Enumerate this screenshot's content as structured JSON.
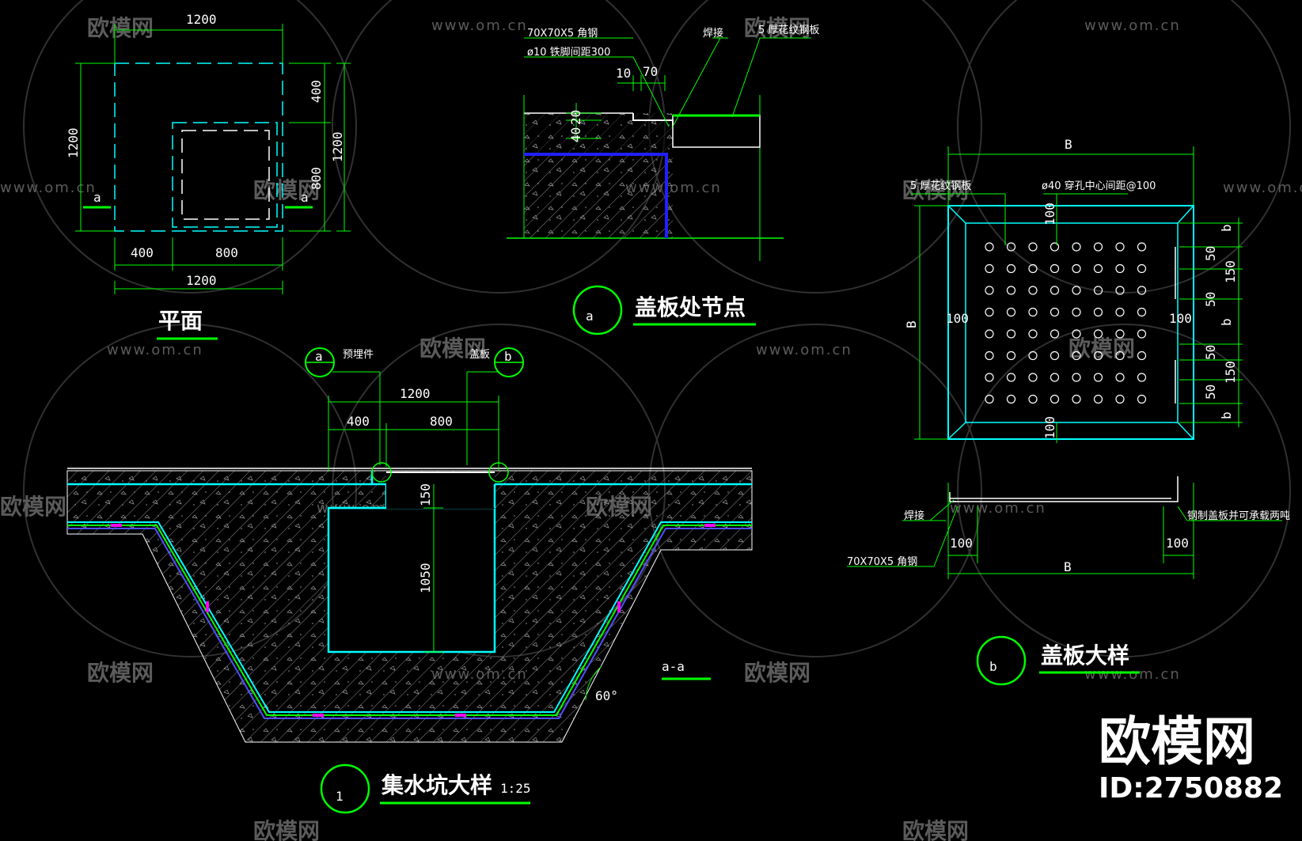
{
  "plan": {
    "title": "平面",
    "dim_top": "1200",
    "dim_bottom_total": "1200",
    "dim_bottom_left": "400",
    "dim_bottom_right": "800",
    "dim_left": "1200",
    "dim_right_total": "1200",
    "dim_right_upper": "400",
    "dim_right_lower": "800",
    "section_mark": "a"
  },
  "detail_a": {
    "title": "盖板处节点",
    "symbol": "a",
    "label_angle": "70X70X5   角钢",
    "label_rebar": "ø10 铁脚间距300",
    "label_weld": "焊接",
    "label_plate": "5 厚花纹钢板",
    "dim_10": "10",
    "dim_70": "70",
    "dim_20": "20",
    "dim_40": "40"
  },
  "section": {
    "title": "集水坑大样",
    "scale": "1:25",
    "symbol": "1",
    "cut_label": "a-a",
    "callout_a": "a",
    "callout_b": "b",
    "embed_label": "预埋件",
    "cover_label": "盖板",
    "dim_total": "1200",
    "dim_left": "400",
    "dim_right": "800",
    "dim_150": "150",
    "dim_1050": "1050",
    "angle": "60°"
  },
  "detail_b": {
    "title": "盖板大样",
    "symbol": "b",
    "label_plate": "5 厚花纹钢板",
    "label_holes": "ø40 穿孔中心间距@100",
    "dim_B_top": "B",
    "dim_B_left": "B",
    "dim_B_bottom": "B",
    "dim_100": "100",
    "dim_50": "50",
    "dim_150": "150",
    "dim_b": "b",
    "label_weld": "焊接",
    "label_angle": "70X70X5   角钢",
    "label_note": "钢制盖板并可承载两吨"
  },
  "watermark": {
    "url": "www.om.cn",
    "cn": "欧模网",
    "brand": "欧模网",
    "id": "ID:2750882"
  },
  "colors": {
    "green": "#00ff00",
    "cyan": "#00ffff",
    "blue": "#2020ff",
    "white": "#ffffff",
    "magenta": "#ff00ff",
    "hatch": "#9a9a9a"
  }
}
